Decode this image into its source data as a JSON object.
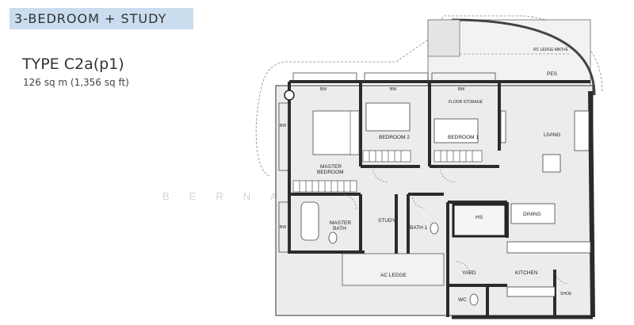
{
  "header": {
    "band_label": "3-BEDROOM + STUDY",
    "band_color": "#c9ddef"
  },
  "unit": {
    "type": "TYPE C2a(p1)",
    "area": "126 sq m (1,356 sq ft)"
  },
  "watermark": "BERNARD LEE",
  "rooms": {
    "pes": "PES",
    "re_ledge_above": "RC LEDGE ABOVE",
    "living": "LIVING",
    "dining": "DINING",
    "bedroom1": "BEDROOM 1",
    "bedroom2": "BEDROOM 2",
    "master_bedroom_line1": "MASTER",
    "master_bedroom_line2": "BEDROOM",
    "floor_storage": "FLOOR STORAGE",
    "study": "STUDY",
    "bath1": "BATH 1",
    "master_bath_line1": "MASTER",
    "master_bath_line2": "BATH",
    "hs": "HS",
    "yard": "YARD",
    "kitchen": "KITCHEN",
    "wc": "WC",
    "shoe": "SHOE",
    "ac_ledge": "AC LEDGE",
    "bw": "BW"
  },
  "colors": {
    "wall": "#2b2b2b",
    "floor": "#ededed",
    "line": "#555555"
  }
}
